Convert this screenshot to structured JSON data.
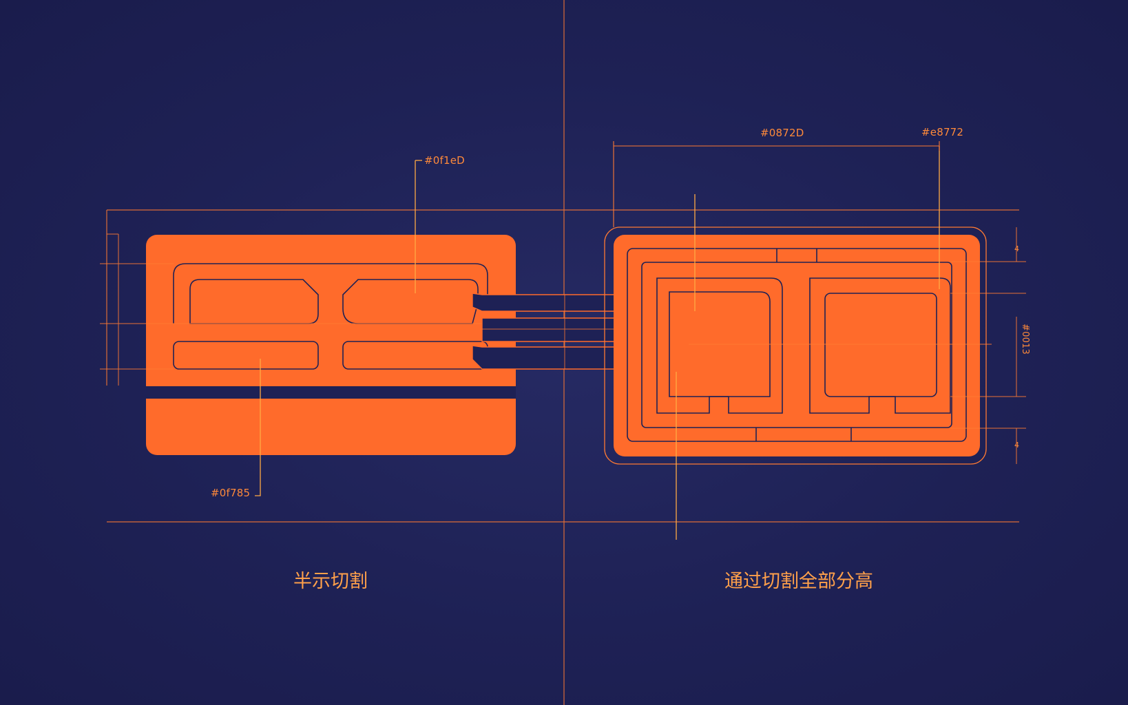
{
  "colors": {
    "background": "#1e2155",
    "card_orange": "#ff6b2b",
    "outline_navy": "#1e2155",
    "annotation": "#ff8a3a",
    "caption": "#ffa04a"
  },
  "labels": {
    "left_top": "#0f1eD",
    "left_bottom": "#0f785",
    "right_top_a": "#0872D",
    "right_top_b": "#e8772",
    "right_side": "#0013",
    "tick_a": "4",
    "tick_b": "4"
  },
  "captions": {
    "left": "半示切割",
    "right": "通过切割全部分高"
  }
}
